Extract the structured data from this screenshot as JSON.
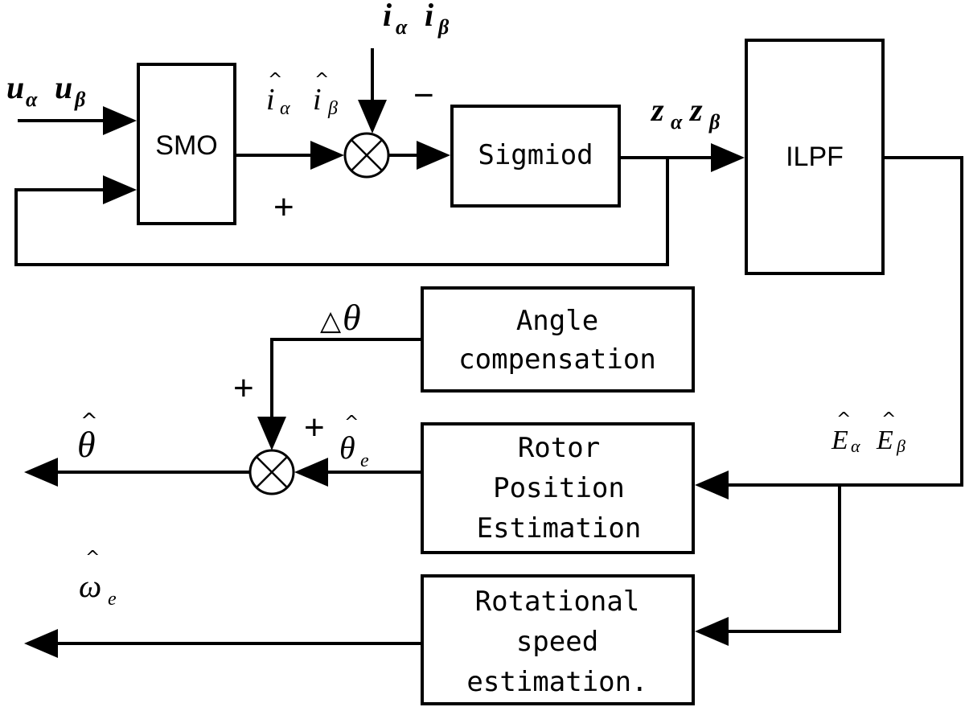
{
  "blocks": {
    "smo": "SMO",
    "sigmoid": "Sigmiod",
    "ilpf": "ILPF",
    "angle_comp": [
      "Angle",
      "compensation"
    ],
    "rotor_pos": [
      "Rotor",
      "Position",
      "Estimation"
    ],
    "speed_est": [
      "Rotational",
      "speed",
      "estimation."
    ]
  },
  "signals": {
    "u": "u",
    "i": "i",
    "z": "z",
    "e_hat": "E",
    "sub_alpha": "α",
    "sub_beta": "β",
    "sub_e": "e",
    "hat": "^",
    "delta": "△",
    "theta": "θ",
    "omega": "ω"
  },
  "signs": {
    "plus": "+",
    "minus": "−"
  }
}
